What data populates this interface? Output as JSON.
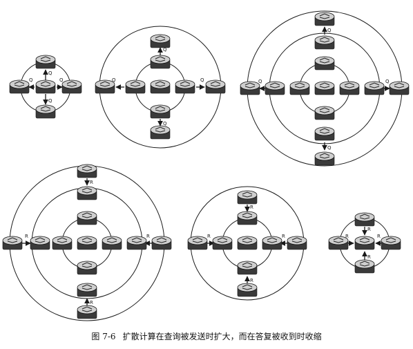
{
  "figure": {
    "caption_number": "图 7-6",
    "caption_text": "扩散计算在查询被发送时扩大，而在答复被收到时收缩"
  },
  "labels": {
    "query": "Q",
    "reply": "R"
  },
  "colors": {
    "ink": "#1a1a1a",
    "router_body": "#3a3a3a",
    "router_top": "#cfcfcf",
    "background": "#ffffff"
  },
  "icons": {
    "node": "router-icon"
  }
}
